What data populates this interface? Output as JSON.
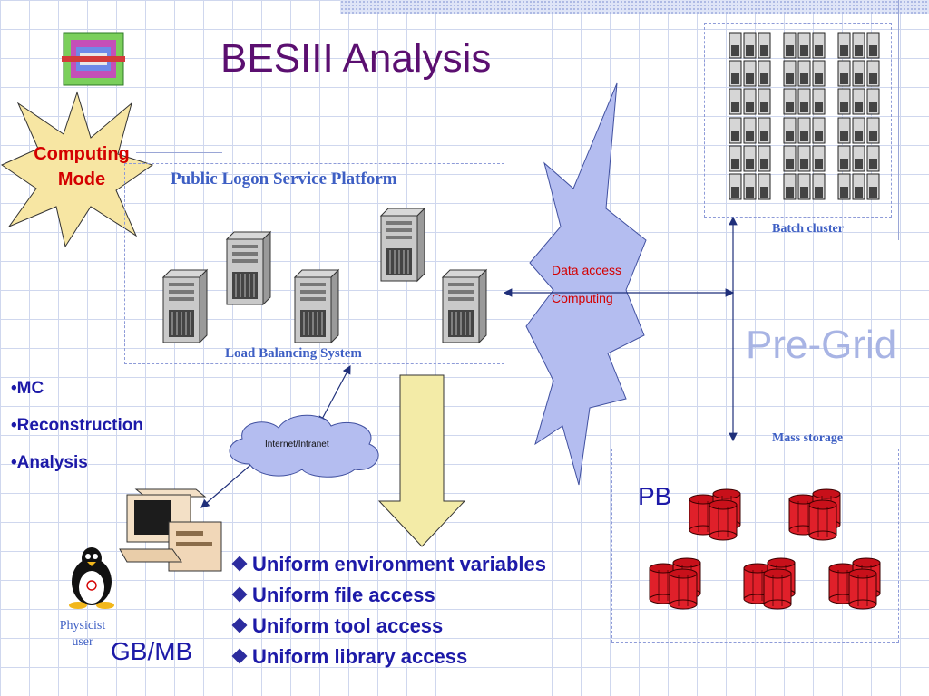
{
  "title": "BESIII Analysis",
  "star_label_line1": "Computing",
  "star_label_line2": "Mode",
  "platform_label": "Public Logon Service Platform",
  "load_balancing_label": "Load Balancing System",
  "batch_cluster_label": "Batch cluster",
  "mass_storage_label": "Mass storage",
  "cloud_lines": [
    "Data access",
    "Computing"
  ],
  "internet_label": "Internet/Intranet",
  "pregrid_label": "Pre-Grid",
  "pb_label": "PB",
  "gbmb_label": "GB/MB",
  "user_label_line1": "Physicist",
  "user_label_line2": "user",
  "tasks": [
    "•MC",
    "•Reconstruction",
    "•Analysis"
  ],
  "uniform_items": [
    "Uniform environment variables",
    "Uniform file access",
    "Uniform tool access",
    "Uniform library access"
  ],
  "colors": {
    "title": "#5b0f70",
    "star_fill": "#f7e6a3",
    "star_text": "#d40000",
    "cloud_fill": "#b4bdf0",
    "arrow_fill": "#f3eba7",
    "storage_red": "#e0202a",
    "label_blue": "#3e5fc4"
  }
}
